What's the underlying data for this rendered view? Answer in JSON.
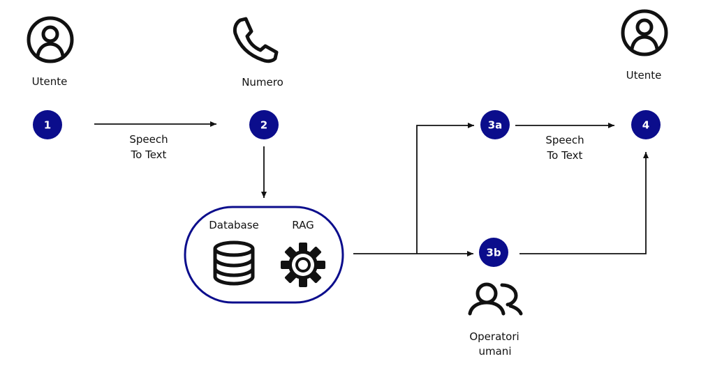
{
  "colors": {
    "node_fill": "#0b0d8c",
    "node_text": "#ffffff",
    "line": "#111111",
    "container_border": "#0b0d8c"
  },
  "nodes": [
    {
      "id": "1",
      "label": "1"
    },
    {
      "id": "2",
      "label": "2"
    },
    {
      "id": "3a",
      "label": "3a"
    },
    {
      "id": "3b",
      "label": "3b"
    },
    {
      "id": "4",
      "label": "4"
    }
  ],
  "labels": {
    "user_start": "Utente",
    "number": "Numero",
    "user_end": "Utente",
    "stt_1_line1": "Speech",
    "stt_1_line2": "To Text",
    "stt_2_line1": "Speech",
    "stt_2_line2": "To Text",
    "database": "Database",
    "rag": "RAG",
    "operators_line1": "Operatori",
    "operators_line2": "umani"
  },
  "icons": {
    "user_start": "user-circle-icon",
    "number": "phone-icon",
    "user_end": "user-circle-icon",
    "database": "database-icon",
    "rag": "gear-icon",
    "operators": "users-icon"
  },
  "edges": [
    {
      "from": "1",
      "to": "2",
      "label": "Speech To Text"
    },
    {
      "from": "2",
      "to": "rag-box"
    },
    {
      "from": "rag-box",
      "to": "3a"
    },
    {
      "from": "rag-box",
      "to": "3b"
    },
    {
      "from": "3a",
      "to": "4",
      "label": "Speech To Text"
    },
    {
      "from": "3b",
      "to": "4"
    }
  ]
}
